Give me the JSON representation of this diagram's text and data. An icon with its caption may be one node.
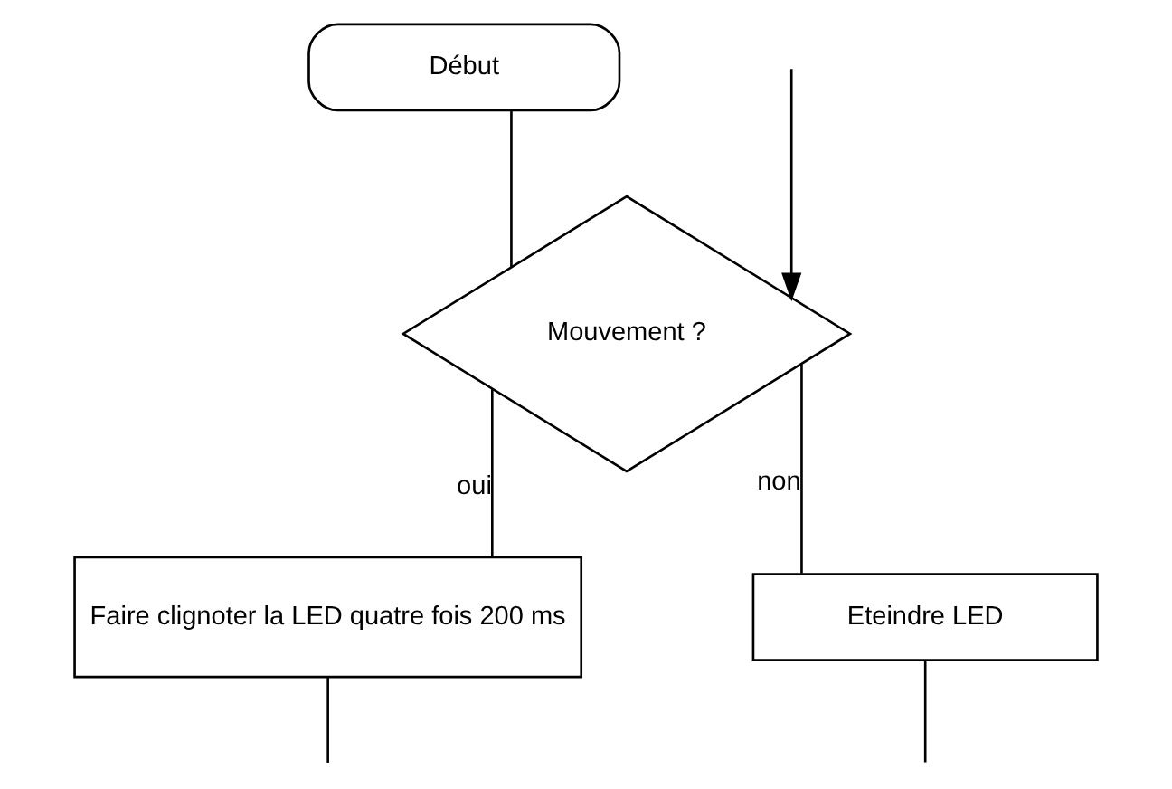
{
  "diagram": {
    "nodes": [
      {
        "text": [
          "Début"
        ]
      },
      {
        "text": [
          "Mouvement ?"
        ]
      },
      {
        "text": [
          "Faire clignoter la LED quatre fois 200 ms"
        ]
      },
      {
        "text": [
          "Eteindre LED"
        ]
      }
    ],
    "edges": [
      {
        "from": 0,
        "to": 1,
        "arrow": "none"
      },
      {
        "from": null,
        "to": 1,
        "arrow": "to"
      },
      {
        "from": 1,
        "to": 2,
        "arrow": "none",
        "label": "oui"
      },
      {
        "from": 1,
        "to": 3,
        "arrow": "none",
        "label": "non"
      },
      {
        "from": 2,
        "to": null,
        "arrow": "none"
      },
      {
        "from": 3,
        "to": null,
        "arrow": "none"
      }
    ]
  }
}
